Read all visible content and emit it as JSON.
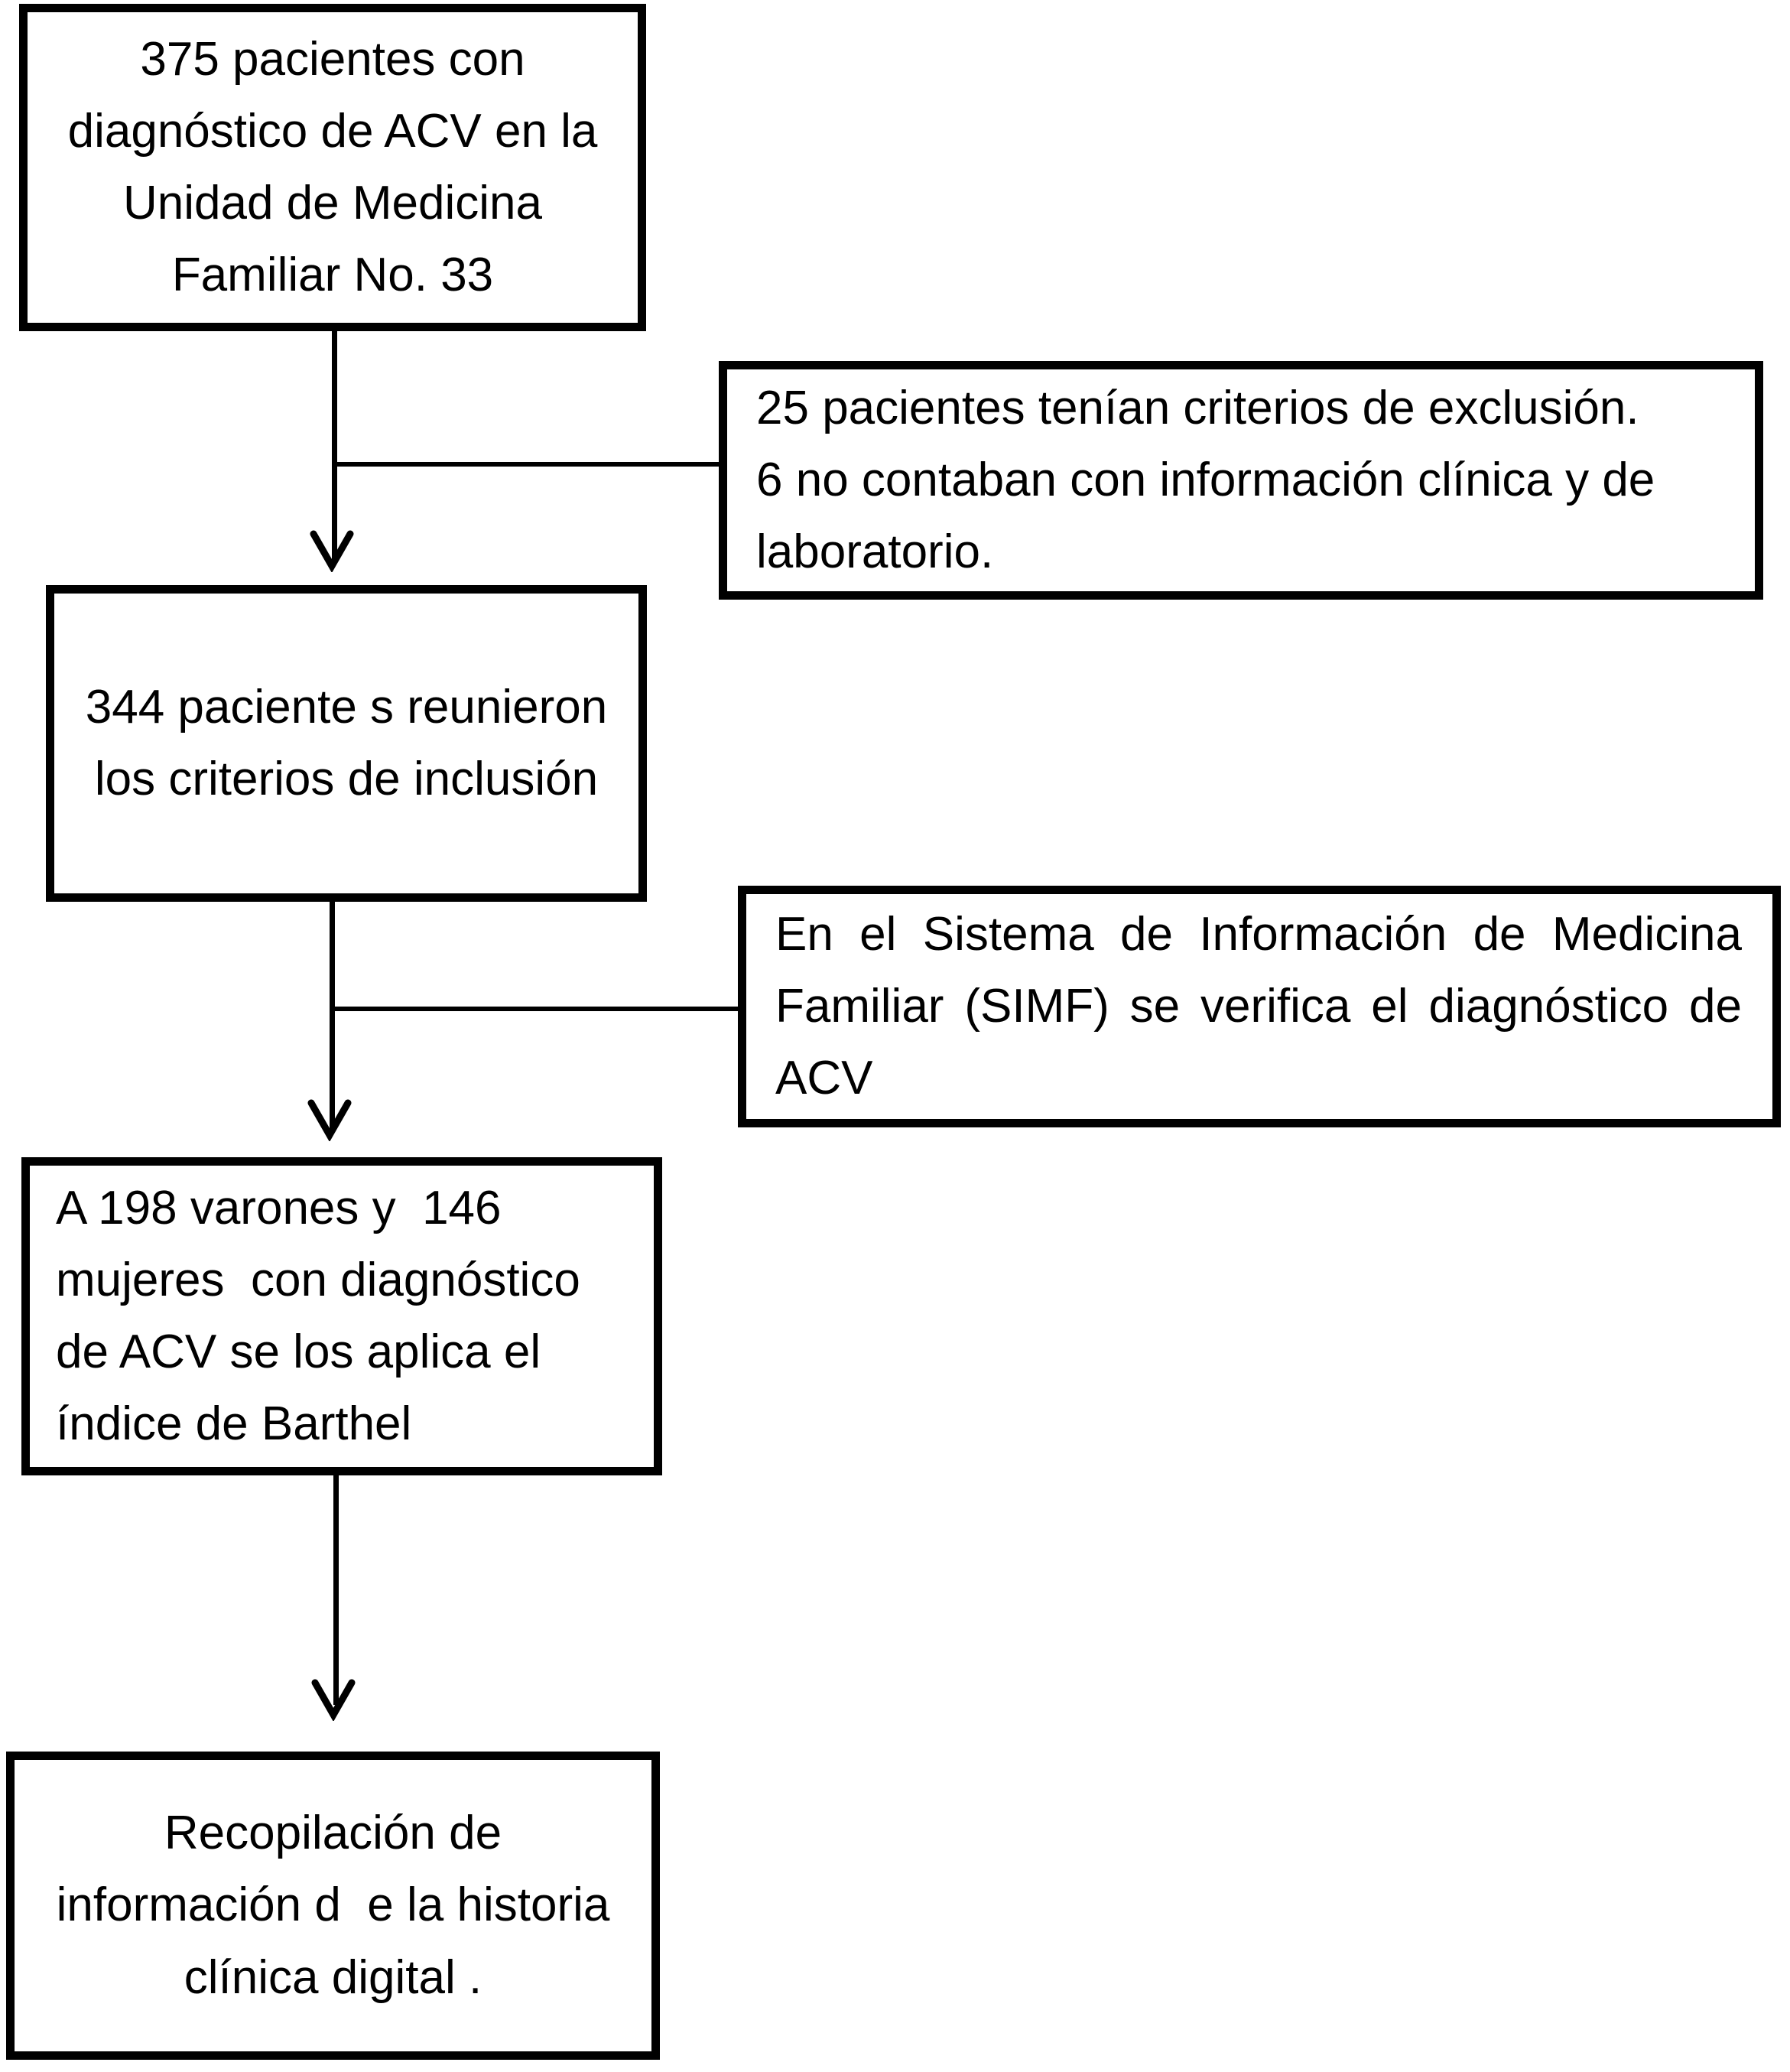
{
  "diagram": {
    "type": "flowchart",
    "title": "Diagrama de flujo de selección de pacientes con ACV",
    "orientation": "vertical",
    "line_color": "#000000",
    "background_color": "#ffffff",
    "nodes": [
      {
        "id": "screened",
        "text": "375 pacientes con diagnóstico de ACV en la Unidad de Medicina Familiar No. 33",
        "align": "center"
      },
      {
        "id": "excluded",
        "text": "25 pacientes tenían criterios de exclusión.\n6 no contaban con información clínica y de laboratorio.",
        "align": "left"
      },
      {
        "id": "included",
        "text": "344 paciente s reunieron los criterios de inclusión",
        "align": "center"
      },
      {
        "id": "simf",
        "text": "En el Sistema de Información de Medicina Familiar (SIMF) se verifica el diagnóstico de ACV",
        "align": "justify"
      },
      {
        "id": "barthel",
        "text": "A 198 varones y  146 mujeres  con diagnóstico de ACV se los aplica el índice de Barthel",
        "align": "left"
      },
      {
        "id": "collection",
        "text": "Recopilación de información d  e la historia clínica digital .",
        "align": "center"
      }
    ],
    "edges": [
      {
        "id": "edge-screened-included",
        "from": "screened",
        "to": "included",
        "style": "arrow-down"
      },
      {
        "id": "edge-screened-excluded",
        "from": "screened",
        "to": "excluded",
        "style": "line-right"
      },
      {
        "id": "edge-included-barthel",
        "from": "included",
        "to": "barthel",
        "style": "arrow-down"
      },
      {
        "id": "edge-included-simf",
        "from": "included",
        "to": "simf",
        "style": "line-right"
      },
      {
        "id": "edge-barthel-collection",
        "from": "barthel",
        "to": "collection",
        "style": "arrow-down"
      }
    ]
  }
}
